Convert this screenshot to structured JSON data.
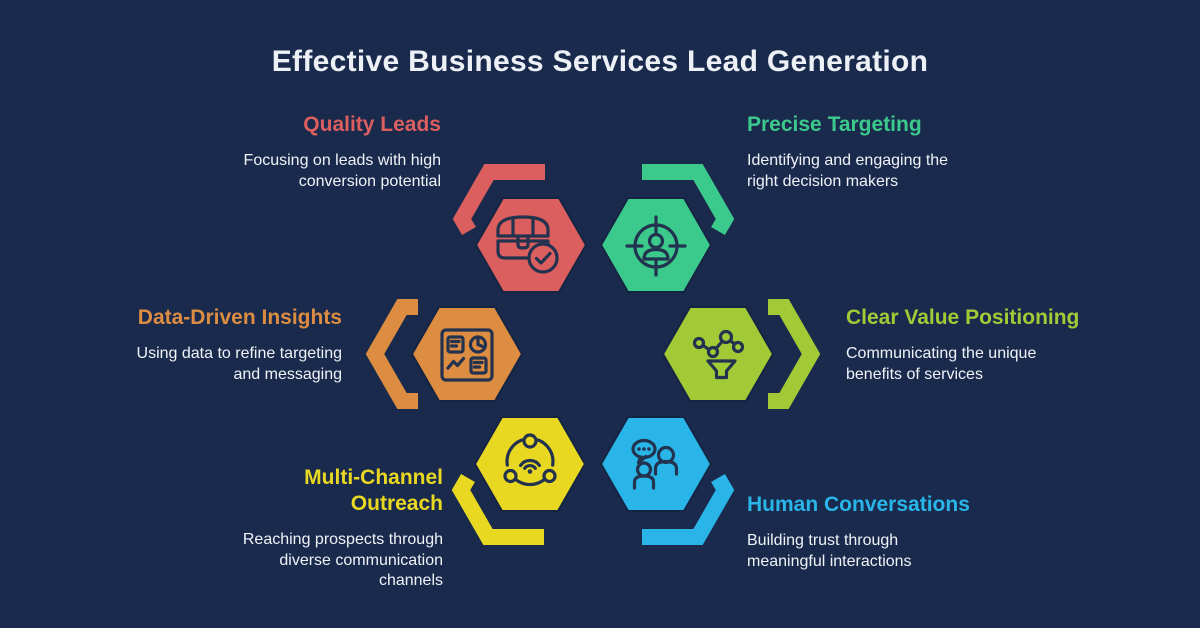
{
  "page": {
    "title": "Effective Business Services Lead Generation",
    "background_color": "#1a2a4d",
    "title_color": "#edf1f6",
    "body_text_color": "#eff3f7",
    "icon_stroke_color": "#22324f"
  },
  "items": [
    {
      "id": "quality-leads",
      "title": "Quality Leads",
      "description": "Focusing on leads with high\nconversion potential",
      "color": "#dc5f5f",
      "icon": "treasure-chest-check-icon"
    },
    {
      "id": "precise-targeting",
      "title": "Precise Targeting",
      "description": "Identifying and engaging the\nright decision makers",
      "color": "#3cc98c",
      "icon": "person-target-icon"
    },
    {
      "id": "data-driven-insights",
      "title": "Data-Driven Insights",
      "description": "Using data to refine targeting\nand messaging",
      "color": "#dd8d42",
      "icon": "dashboard-charts-icon"
    },
    {
      "id": "clear-value-positioning",
      "title": "Clear Value Positioning",
      "description": "Communicating the unique\nbenefits of services",
      "color": "#a2ca36",
      "icon": "network-funnel-icon"
    },
    {
      "id": "multi-channel-outreach",
      "title": "Multi-Channel\nOutreach",
      "description": "Reaching prospects through\ndiverse communication\nchannels",
      "color": "#e9d822",
      "icon": "broadcast-network-icon"
    },
    {
      "id": "human-conversations",
      "title": "Human Conversations",
      "description": "Building trust through\nmeaningful interactions",
      "color": "#29b5e8",
      "icon": "people-chat-icon"
    }
  ]
}
